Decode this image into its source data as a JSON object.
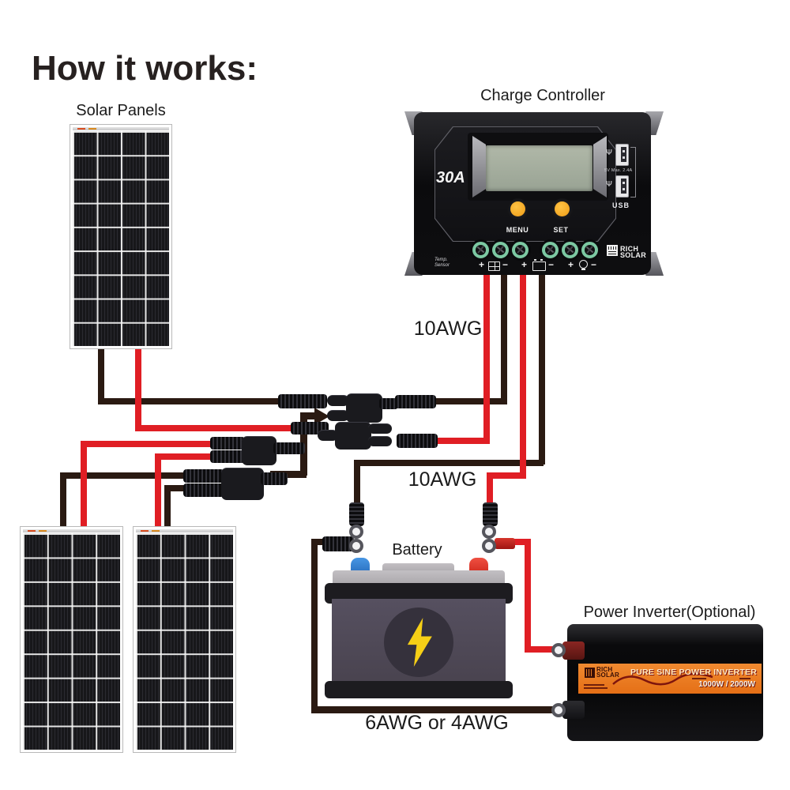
{
  "title": "How it works:",
  "solar_panels": {
    "label": "Solar Panels"
  },
  "charge_controller": {
    "label": "Charge Controller",
    "rating": "30A",
    "buttons": {
      "menu": "MENU",
      "set": "SET"
    },
    "usb": {
      "spec": "5V  Max. 2.4A",
      "label": "USB"
    },
    "temp_sensor": {
      "line1": "Temp.",
      "line2": "Sensor"
    },
    "brand": {
      "line1": "RICH",
      "line2": "SOLAR"
    },
    "signs": {
      "plus": "+",
      "minus": "−"
    }
  },
  "wiring": {
    "gauge_solar": "10AWG",
    "gauge_controller_battery": "10AWG",
    "gauge_battery_inverter": "6AWG or 4AWG"
  },
  "battery": {
    "label": "Battery"
  },
  "inverter": {
    "label": "Power Inverter(Optional)",
    "brand": {
      "line1": "RICH",
      "line2": "SOLAR"
    },
    "name": "PURE SINE POWER INVERTER",
    "rating": "1000W / 2000W"
  },
  "colors": {
    "wire_red": "#e01e24",
    "wire_black": "#2a1a12",
    "inverter_band_orange": "#ea7b20",
    "button_orange": "#f4a01c",
    "terminal_ring_green": "#7cc8a2",
    "lcd_green": "#a4ad9e",
    "bolt_yellow": "#f6cf16",
    "battery_post_blue": "#2f80d0",
    "battery_post_red": "#e3372c"
  }
}
